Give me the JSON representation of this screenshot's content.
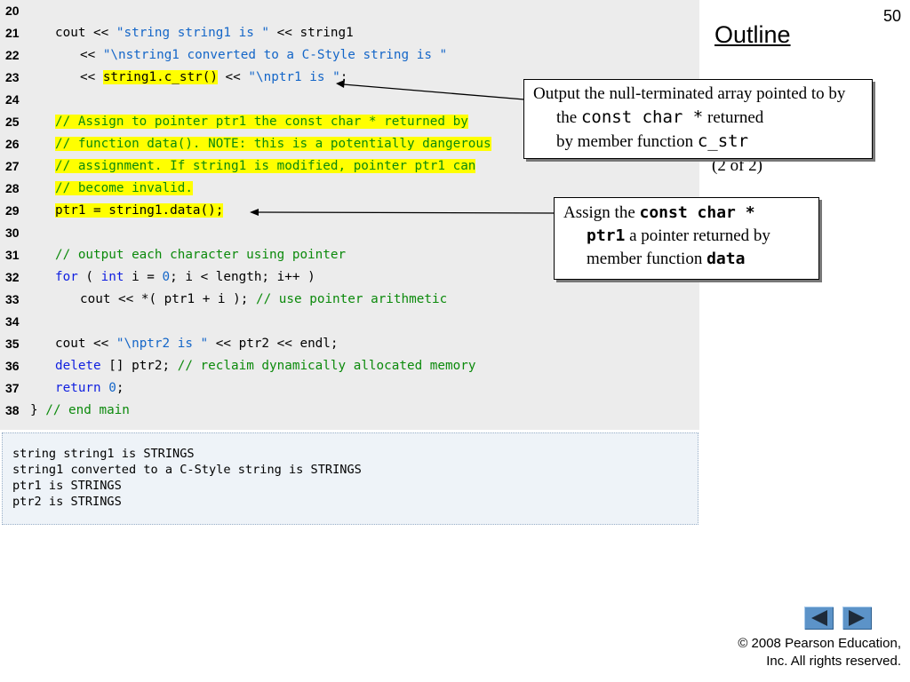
{
  "page_number": "50",
  "outline_title": "Outline",
  "subtitle": "(2 of 2)",
  "code_lines": [
    {
      "num": "20",
      "parts": []
    },
    {
      "num": "21",
      "parts": [
        "cout << ",
        "\"string string1 is \"",
        " << string1"
      ]
    },
    {
      "num": "22",
      "parts": [
        "<< ",
        "\"\\nstring1 converted to a C-Style string is \""
      ]
    },
    {
      "num": "23",
      "parts": [
        "<< ",
        "string1.c_str()",
        " << ",
        "\"\\nptr1 is \"",
        ";"
      ]
    },
    {
      "num": "24",
      "parts": []
    },
    {
      "num": "25",
      "parts": [
        "// Assign to pointer ptr1 the const char * returned by"
      ]
    },
    {
      "num": "26",
      "parts": [
        "// function data(). NOTE: this is a potentially dangerous"
      ]
    },
    {
      "num": "27",
      "parts": [
        "// assignment. If string1 is modified, pointer ptr1 can"
      ]
    },
    {
      "num": "28",
      "parts": [
        "// become invalid."
      ]
    },
    {
      "num": "29",
      "parts": [
        "ptr1 = string1.data();"
      ]
    },
    {
      "num": "30",
      "parts": []
    },
    {
      "num": "31",
      "parts": [
        "// output each character using pointer"
      ]
    },
    {
      "num": "32",
      "parts": [
        "for",
        " ( ",
        "int",
        " i = ",
        "0",
        "; i < length; i++ )"
      ]
    },
    {
      "num": "33",
      "parts": [
        "cout << *( ptr1 + i ); ",
        "// use pointer arithmetic"
      ]
    },
    {
      "num": "34",
      "parts": []
    },
    {
      "num": "35",
      "parts": [
        "cout << ",
        "\"\\nptr2 is \"",
        " << ptr2 << endl;"
      ]
    },
    {
      "num": "36",
      "parts": [
        "delete",
        " [] ptr2; ",
        "// reclaim dynamically allocated memory"
      ]
    },
    {
      "num": "37",
      "parts": [
        "return",
        " ",
        "0",
        ";"
      ]
    },
    {
      "num": "38",
      "parts": [
        "} ",
        "// end main"
      ]
    }
  ],
  "output_lines": [
    "string string1 is STRINGS",
    "string1 converted to a C-Style string is STRINGS",
    "ptr1 is STRINGS",
    "ptr2 is STRINGS"
  ],
  "callout1": {
    "line1": "Output the null-terminated array pointed",
    "line2_a": "to by the ",
    "line2_code": "const char *",
    "line2_b": " returned",
    "line3_a": "by member function ",
    "line3_code": "c_str"
  },
  "callout2": {
    "line1_a": "Assign the ",
    "line1_code": "const char *",
    "line2_code": "ptr1",
    "line2_b": " a pointer returned by",
    "line3_a": "member function ",
    "line3_code": "data"
  },
  "copyright": {
    "line1": "© 2008 Pearson Education,",
    "line2": "Inc.  All rights reserved."
  },
  "colors": {
    "code_background": "#ececec",
    "string": "#1466c8",
    "keyword": "#0f1fe0",
    "comment": "#0c8a0c",
    "highlight": "#ffff00",
    "nav_button": "#5c93c8"
  },
  "icons": [
    "previous-slide-icon",
    "next-slide-icon"
  ]
}
